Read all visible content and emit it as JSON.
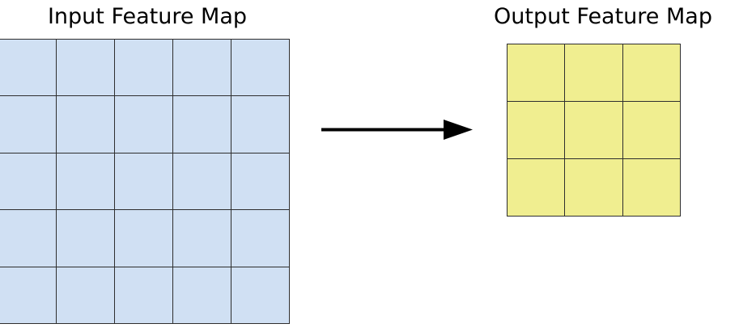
{
  "diagram": {
    "background_color": "#ffffff",
    "input": {
      "title": "Input Feature Map",
      "rows": 5,
      "cols": 5,
      "cell_fill": "#d0e0f3",
      "cell_stroke": "#2e2e2e",
      "cell_count": 25
    },
    "output": {
      "title": "Output Feature Map",
      "rows": 3,
      "cols": 3,
      "cell_fill": "#f0ee90",
      "cell_stroke": "#2e2e2e",
      "cell_count": 9
    },
    "arrow": {
      "label": "",
      "direction": "right",
      "color": "#000000"
    }
  },
  "chart_data": {
    "type": "diagram",
    "title": "",
    "elements": [
      {
        "name": "Input Feature Map",
        "shape": "grid",
        "rows": 5,
        "cols": 5,
        "fill": "#d0e0f3"
      },
      {
        "name": "arrow",
        "shape": "arrow",
        "from": "Input Feature Map",
        "to": "Output Feature Map",
        "fill": "#000000"
      },
      {
        "name": "Output Feature Map",
        "shape": "grid",
        "rows": 3,
        "cols": 3,
        "fill": "#f0ee90"
      }
    ]
  }
}
